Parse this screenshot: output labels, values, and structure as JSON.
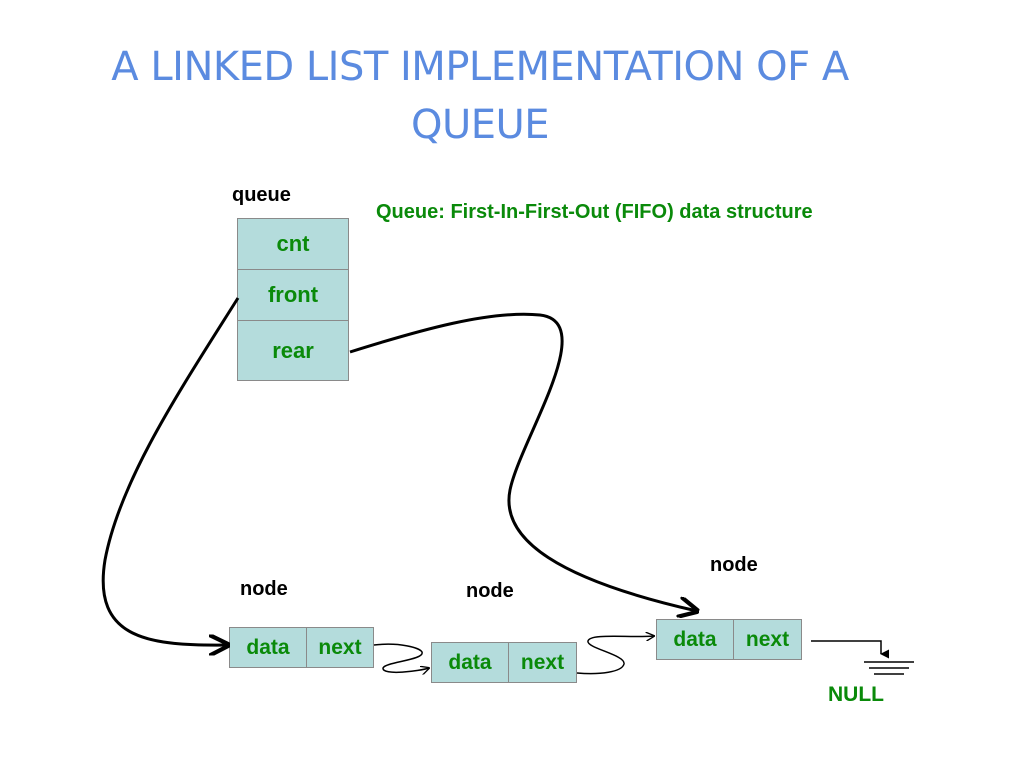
{
  "title": "A LINKED LIST IMPLEMENTATION OF A QUEUE",
  "note": "Queue: First-In-First-Out (FIFO) data structure",
  "queue": {
    "label": "queue",
    "fields": [
      "cnt",
      "front",
      "rear"
    ]
  },
  "nodes": [
    {
      "label": "node",
      "data_label": "data",
      "next_label": "next"
    },
    {
      "label": "node",
      "data_label": "data",
      "next_label": "next"
    },
    {
      "label": "node",
      "data_label": "data",
      "next_label": "next"
    }
  ],
  "null_label": "NULL",
  "colors": {
    "title": "#5b8be0",
    "field_text": "#0a8a0a",
    "cell_fill": "#b4dcdc",
    "note_text": "#0a8a0a"
  }
}
